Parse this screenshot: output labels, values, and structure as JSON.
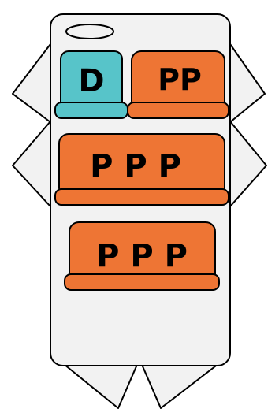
{
  "colors": {
    "background": "#ffffff",
    "outline": "#000000",
    "body_fill": "#f2f2f2",
    "accent_teal": "#57c4c9",
    "accent_orange": "#ee7534",
    "label": "#000000"
  },
  "icon": "figure-icon",
  "blocks": [
    {
      "id": "teal-block",
      "label": "D",
      "color_key": "accent_teal"
    },
    {
      "id": "top-right-block",
      "label": "PP",
      "color_key": "accent_orange"
    },
    {
      "id": "middle-block",
      "label": "P P P",
      "color_key": "accent_orange"
    },
    {
      "id": "bottom-block",
      "label": "P P P",
      "color_key": "accent_orange"
    }
  ]
}
